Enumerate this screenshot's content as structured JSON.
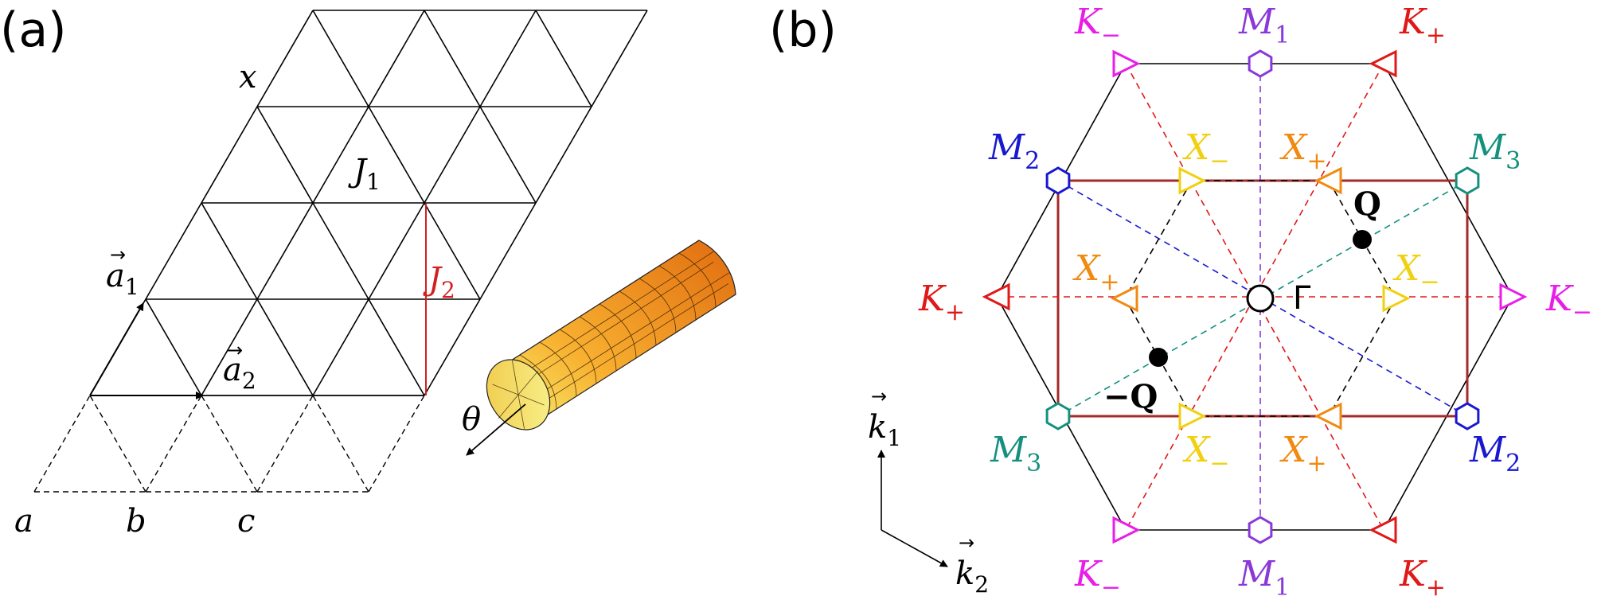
{
  "panel_a": {
    "label": "(a)",
    "x_label": "x",
    "j1_label": "J",
    "j1_sub": "1",
    "j2_label": "J",
    "j2_sub": "2",
    "a1_label": "a",
    "a1_sub": "1",
    "a2_label": "a",
    "a2_sub": "2",
    "theta_label": "θ",
    "bottom_labels": [
      "a",
      "b",
      "c"
    ]
  },
  "panel_b": {
    "label": "(b)",
    "gamma_label": "Γ",
    "q_label": "Q",
    "minus_q_label": "−Q",
    "k1_label": "k",
    "k1_sub": "1",
    "k2_label": "k",
    "k2_sub": "2",
    "points": {
      "K_minus": {
        "main": "K",
        "sub": "−"
      },
      "K_plus": {
        "main": "K",
        "sub": "+"
      },
      "M1": {
        "main": "M",
        "sub": "1"
      },
      "M2": {
        "main": "M",
        "sub": "2"
      },
      "M3": {
        "main": "M",
        "sub": "3"
      },
      "X_minus": {
        "main": "X",
        "sub": "−"
      },
      "X_plus": {
        "main": "X",
        "sub": "+"
      }
    }
  },
  "colors": {
    "K_minus": "#e81ee8",
    "K_plus": "#e01818",
    "M1": "#8a38d8",
    "M2": "#1818d0",
    "M3": "#14907e",
    "X_minus": "#f0d010",
    "X_plus": "#f08a10",
    "rectangle": "#a52a2a",
    "J2": "#d02020"
  }
}
